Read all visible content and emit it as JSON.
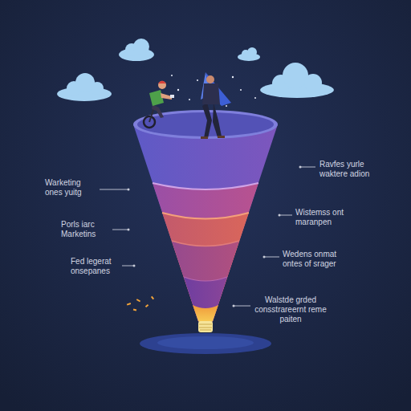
{
  "diagram": {
    "labels": [
      "Warketing ones yuitg",
      "Porls iarc Marketins",
      "Fed legerat onsepanes",
      "Ravfes yurle waktere adion",
      "Wistemss ont maranpen",
      "Wedens onmat ontes of srager",
      "Walstde grded consstrareernt reme paiten"
    ]
  }
}
